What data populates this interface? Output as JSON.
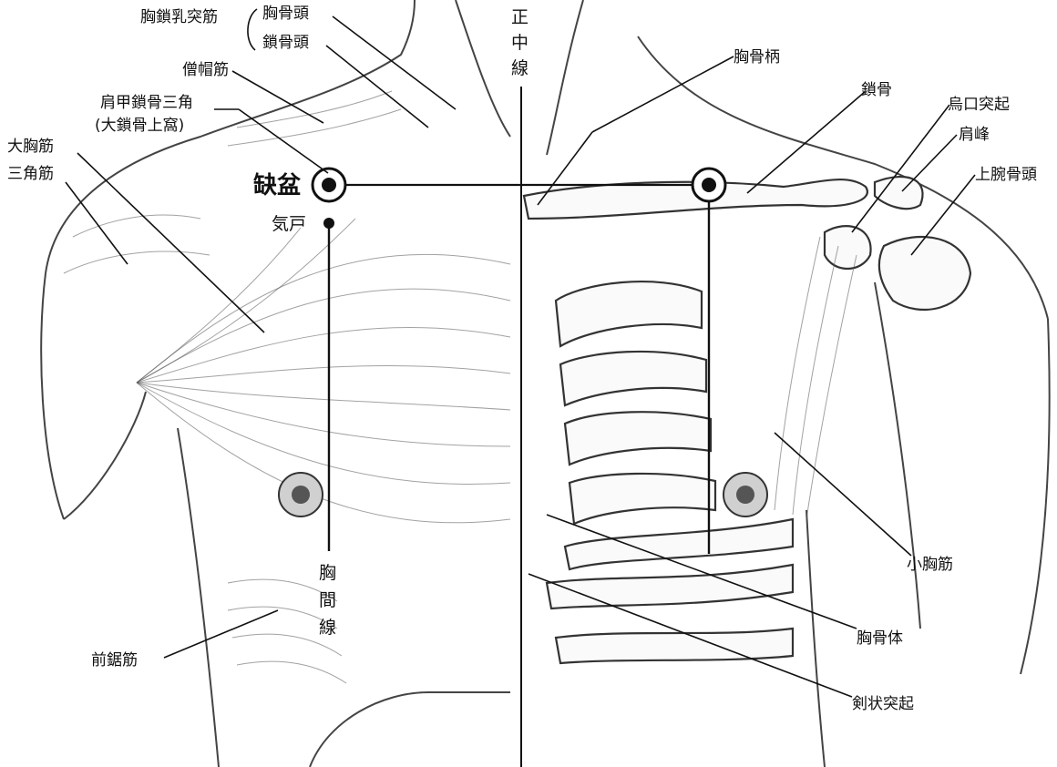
{
  "labels": {
    "scm": "胸鎖乳突筋",
    "sternal_head": "胸骨頭",
    "clavicular_head": "鎖骨頭",
    "trapezius": "僧帽筋",
    "triangle_1": "肩甲鎖骨三角",
    "triangle_2": "(大鎖骨上窩)",
    "pec_major": "大胸筋",
    "deltoid": "三角筋",
    "ketsubon": "缺盆",
    "kiko": "気戸",
    "midline": [
      "正",
      "中",
      "線"
    ],
    "mammary_line": [
      "胸",
      "間",
      "線"
    ],
    "serratus": "前鋸筋",
    "manubrium": "胸骨柄",
    "clavicle": "鎖骨",
    "coracoid": "烏口突起",
    "acromion": "肩峰",
    "humeral_head": "上腕骨頭",
    "pec_minor": "小胸筋",
    "sternum_body": "胸骨体",
    "xiphoid": "剣状突起"
  }
}
